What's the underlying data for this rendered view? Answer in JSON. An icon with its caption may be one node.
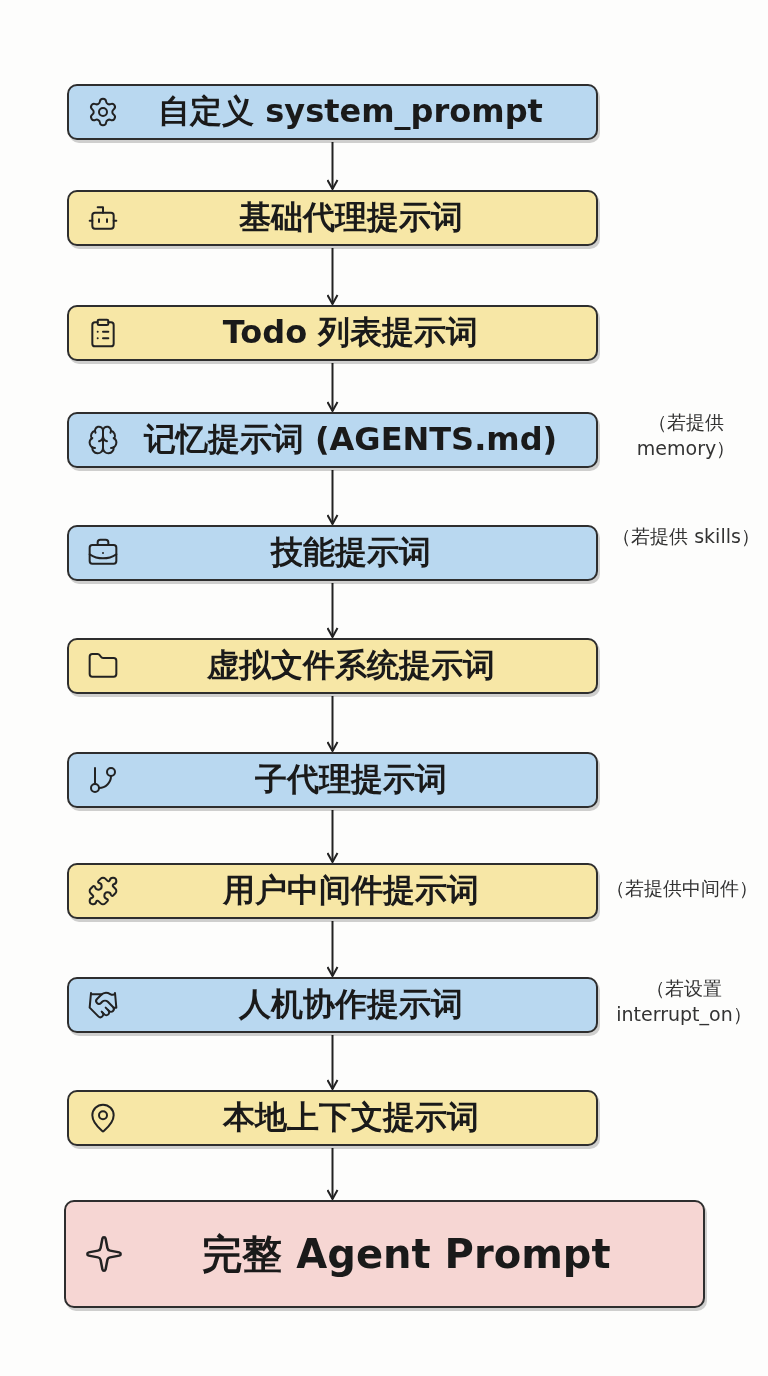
{
  "diagram": {
    "nodes": [
      {
        "text": [
          "自定义 system_prompt"
        ]
      },
      {
        "text": [
          "基础代理提示词"
        ]
      },
      {
        "text": [
          "Todo 列表提示词"
        ]
      },
      {
        "text": [
          "记忆提示词 (AGENTS.md)"
        ],
        "beside": [
          "（若提供 memory）"
        ]
      },
      {
        "text": [
          "技能提示词"
        ],
        "beside": [
          "（若提供 skills）"
        ]
      },
      {
        "text": [
          "虚拟文件系统提示词"
        ]
      },
      {
        "text": [
          "子代理提示词"
        ]
      },
      {
        "text": [
          "用户中间件提示词"
        ],
        "beside": [
          "（若提供中间件）"
        ]
      },
      {
        "text": [
          "人机协作提示词"
        ],
        "beside": [
          "（若设置 interrupt_on）"
        ]
      },
      {
        "text": [
          "本地上下文提示词"
        ]
      },
      {
        "text": [
          "完整 Agent Prompt"
        ]
      }
    ],
    "edges": [
      {
        "from": 0,
        "to": 1,
        "arrow": "to"
      },
      {
        "from": 1,
        "to": 2,
        "arrow": "to"
      },
      {
        "from": 2,
        "to": 3,
        "arrow": "to"
      },
      {
        "from": 3,
        "to": 4,
        "arrow": "to"
      },
      {
        "from": 4,
        "to": 5,
        "arrow": "to"
      },
      {
        "from": 5,
        "to": 6,
        "arrow": "to"
      },
      {
        "from": 6,
        "to": 7,
        "arrow": "to"
      },
      {
        "from": 7,
        "to": 8,
        "arrow": "to"
      },
      {
        "from": 8,
        "to": 9,
        "arrow": "to"
      },
      {
        "from": 9,
        "to": 10,
        "arrow": "to"
      }
    ]
  }
}
